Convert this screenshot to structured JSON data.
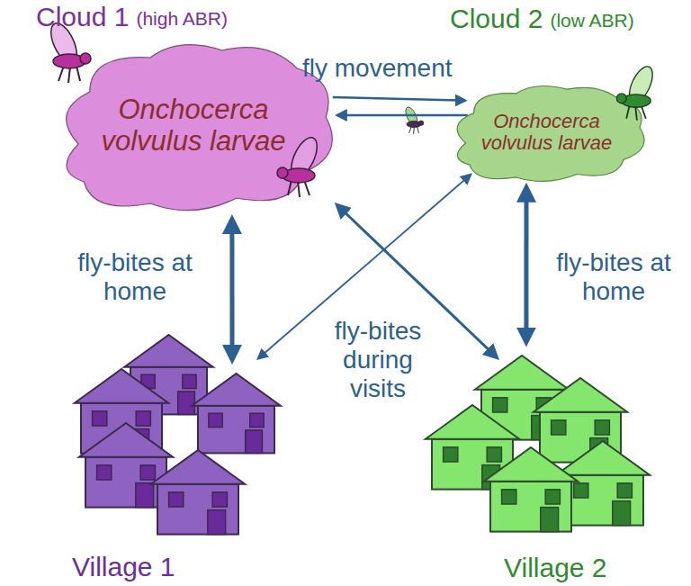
{
  "diagram": {
    "nodes": [
      {
        "text": [
          "Cloud 1",
          "(high ABR)",
          "Onchocerca volvulus larvae"
        ]
      },
      {
        "text": [
          "Cloud 2",
          "(low ABR)",
          "Onchocerca volvulus larvae"
        ]
      },
      {
        "text": [
          "Village 1"
        ]
      },
      {
        "text": [
          "Village 2"
        ]
      }
    ],
    "edges": [
      {
        "from": 0,
        "to": 1,
        "arrow": "to",
        "label": "fly movement"
      },
      {
        "from": 1,
        "to": 0,
        "arrow": "to"
      },
      {
        "from": 0,
        "to": 2,
        "arrow": "both",
        "label": "fly-bites at home"
      },
      {
        "from": 1,
        "to": 3,
        "arrow": "both",
        "label": "fly-bites at home"
      },
      {
        "from": 0,
        "to": 3,
        "arrow": "both"
      },
      {
        "from": 1,
        "to": 2,
        "arrow": "both"
      }
    ],
    "labels": [
      "fly-bites during visits"
    ]
  }
}
